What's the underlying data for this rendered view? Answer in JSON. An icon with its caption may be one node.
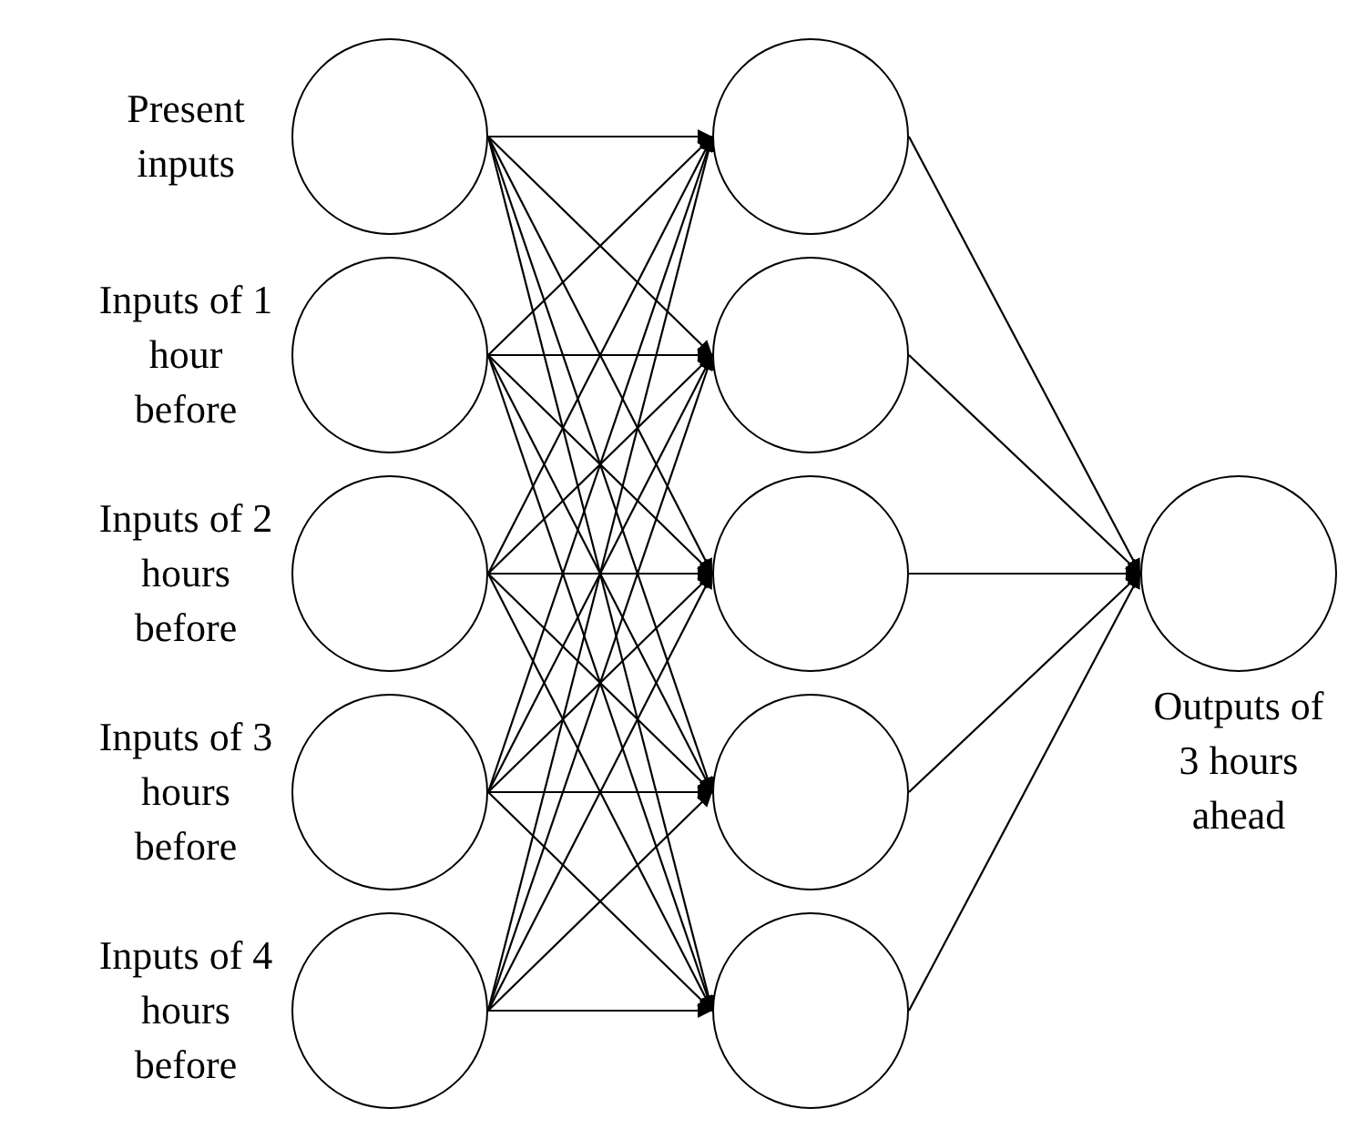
{
  "diagram": {
    "nodes": [
      {
        "text": [],
        "shape": "circle",
        "beside": [
          "Present inputs"
        ]
      },
      {
        "text": [],
        "shape": "circle",
        "beside": [
          "Inputs of 1 hour before"
        ]
      },
      {
        "text": [],
        "shape": "circle",
        "beside": [
          "Inputs of 2 hours before"
        ]
      },
      {
        "text": [],
        "shape": "circle",
        "beside": [
          "Inputs of 3 hours before"
        ]
      },
      {
        "text": [],
        "shape": "circle",
        "beside": [
          "Inputs of 4 hours before"
        ]
      },
      {
        "text": [],
        "shape": "circle"
      },
      {
        "text": [],
        "shape": "circle"
      },
      {
        "text": [],
        "shape": "circle"
      },
      {
        "text": [],
        "shape": "circle"
      },
      {
        "text": [],
        "shape": "circle"
      },
      {
        "text": [],
        "shape": "circle",
        "beside": [
          "Outputs of 3 hours ahead"
        ]
      }
    ],
    "edges": [
      {
        "from": 0,
        "to": 5,
        "arrow": "to"
      },
      {
        "from": 0,
        "to": 6,
        "arrow": "to"
      },
      {
        "from": 0,
        "to": 7,
        "arrow": "to"
      },
      {
        "from": 0,
        "to": 8,
        "arrow": "to"
      },
      {
        "from": 0,
        "to": 9,
        "arrow": "to"
      },
      {
        "from": 1,
        "to": 5,
        "arrow": "to"
      },
      {
        "from": 1,
        "to": 6,
        "arrow": "to"
      },
      {
        "from": 1,
        "to": 7,
        "arrow": "to"
      },
      {
        "from": 1,
        "to": 8,
        "arrow": "to"
      },
      {
        "from": 1,
        "to": 9,
        "arrow": "to"
      },
      {
        "from": 2,
        "to": 5,
        "arrow": "to"
      },
      {
        "from": 2,
        "to": 6,
        "arrow": "to"
      },
      {
        "from": 2,
        "to": 7,
        "arrow": "to"
      },
      {
        "from": 2,
        "to": 8,
        "arrow": "to"
      },
      {
        "from": 2,
        "to": 9,
        "arrow": "to"
      },
      {
        "from": 3,
        "to": 5,
        "arrow": "to"
      },
      {
        "from": 3,
        "to": 6,
        "arrow": "to"
      },
      {
        "from": 3,
        "to": 7,
        "arrow": "to"
      },
      {
        "from": 3,
        "to": 8,
        "arrow": "to"
      },
      {
        "from": 3,
        "to": 9,
        "arrow": "to"
      },
      {
        "from": 4,
        "to": 5,
        "arrow": "to"
      },
      {
        "from": 4,
        "to": 6,
        "arrow": "to"
      },
      {
        "from": 4,
        "to": 7,
        "arrow": "to"
      },
      {
        "from": 4,
        "to": 8,
        "arrow": "to"
      },
      {
        "from": 4,
        "to": 9,
        "arrow": "to"
      },
      {
        "from": 5,
        "to": 10,
        "arrow": "to"
      },
      {
        "from": 6,
        "to": 10,
        "arrow": "to"
      },
      {
        "from": 7,
        "to": 10,
        "arrow": "to"
      },
      {
        "from": 8,
        "to": 10,
        "arrow": "to"
      },
      {
        "from": 9,
        "to": 10,
        "arrow": "to"
      }
    ]
  }
}
